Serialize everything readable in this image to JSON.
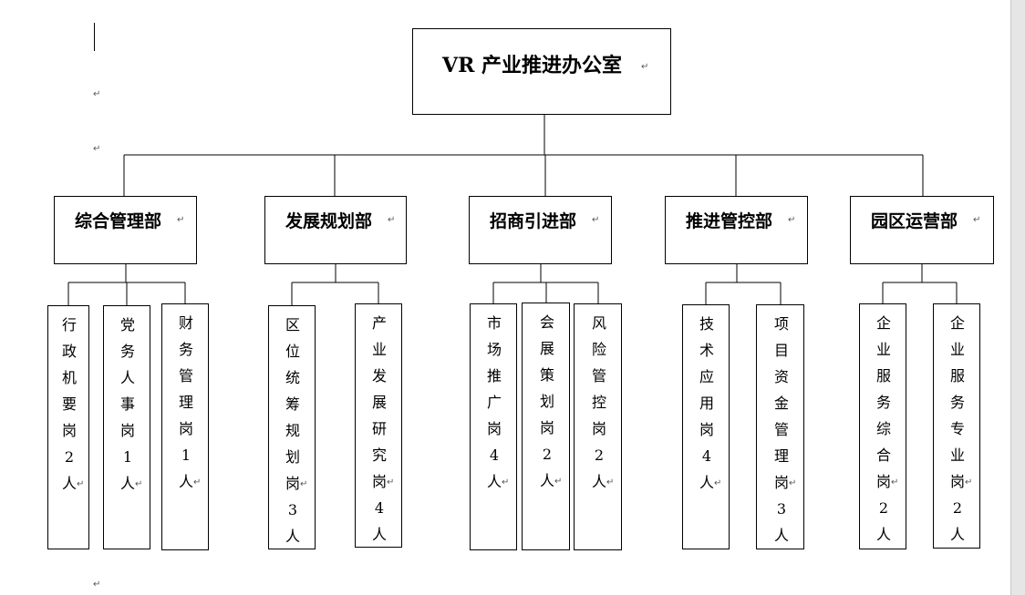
{
  "root": {
    "label": "VR 产业推进办公室"
  },
  "departments": [
    {
      "label": "综合管理部",
      "positions": [
        {
          "label": "行政机要岗2人"
        },
        {
          "label": "党务人事岗1人"
        },
        {
          "label": "财务管理岗1人"
        }
      ]
    },
    {
      "label": "发展规划部",
      "positions": [
        {
          "label": "区位统筹规划岗3人"
        },
        {
          "label": "产业发展研究岗4人"
        }
      ]
    },
    {
      "label": "招商引进部",
      "positions": [
        {
          "label": "市场推广岗4人"
        },
        {
          "label": "会展策划岗2人"
        },
        {
          "label": "风险管控岗2人"
        }
      ]
    },
    {
      "label": "推进管控部",
      "positions": [
        {
          "label": "技术应用岗4人"
        },
        {
          "label": "项目资金管理岗3人"
        }
      ]
    },
    {
      "label": "园区运营部",
      "positions": [
        {
          "label": "企业服务综合岗2人"
        },
        {
          "label": "企业服务专业岗2人"
        }
      ]
    }
  ],
  "paragraph_mark": "↵"
}
